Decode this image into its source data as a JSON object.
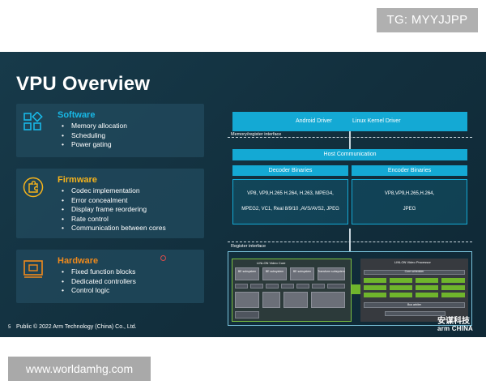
{
  "watermark_top": "TG: MYYJJPP",
  "watermark_bottom": "www.worldamhg.com",
  "slide": {
    "title": "VPU Overview",
    "page_number": "5",
    "copyright": "Public © 2022 Arm Technology (China) Co., Ltd.",
    "brand_cn": "安谋科技",
    "brand_en": "arm CHINA"
  },
  "cards": {
    "software": {
      "heading": "Software",
      "icon": "apps-grid-icon",
      "items": [
        "Memory allocation",
        "Scheduling",
        "Power gating"
      ]
    },
    "firmware": {
      "heading": "Firmware",
      "icon": "puzzle-icon",
      "items": [
        "Codec implementation",
        "Error concealment",
        "Display frame reordering",
        "Rate control",
        "Communication between cores"
      ]
    },
    "hardware": {
      "heading": "Hardware",
      "icon": "chip-board-icon",
      "items": [
        "Fixed function blocks",
        "Dedicated controllers",
        "Control logic"
      ]
    }
  },
  "diagram": {
    "android_driver": "Android Driver",
    "linux_driver": "Linux Kernel Driver",
    "memory_interface": "Memory/register interface",
    "host_comm": "Host Communication",
    "decoder_title": "Decoder Binaries",
    "encoder_title": "Encoder Binaries",
    "decoder_line1": "VP8, VP9,H.265 H.264, H.263, MPEG4,",
    "decoder_line2": "MPEG2, VC1, Real 8/9/10 ,AVS/AVS2, JPEG",
    "encoder_line1": "VP8,VP9,H.265,H.264,",
    "encoder_line2": "JPEG",
    "register_interface": "Register interface",
    "vcore_title": "LINLON Video Core",
    "vproc_title": "LINLON Video Processor",
    "vcore_blocks": [
      "BE subsystem",
      "BE subsystem",
      "BE subsystem",
      "Transform subsystem"
    ],
    "vproc_header": "Core scheduler",
    "vproc_footer": "Bus arbiter"
  }
}
